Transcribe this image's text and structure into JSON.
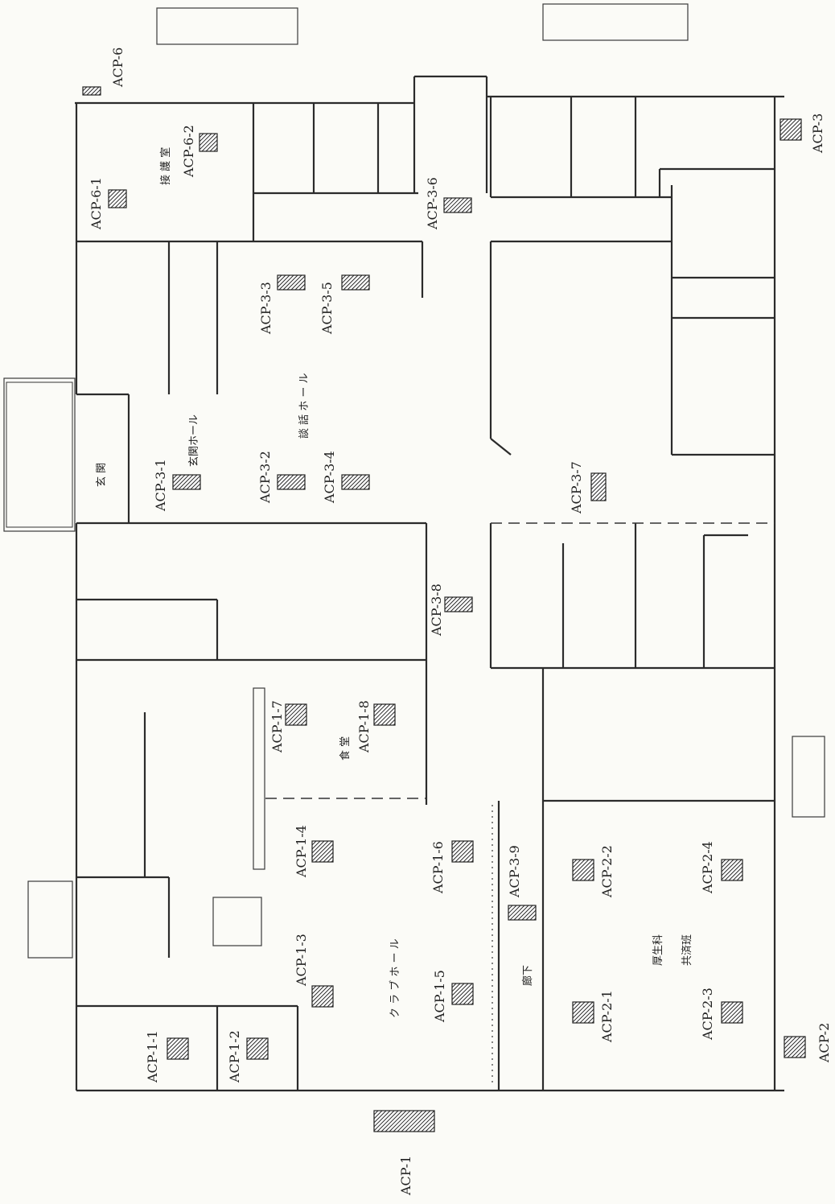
{
  "units": [
    {
      "id": "ACP-1"
    },
    {
      "id": "ACP-1-1"
    },
    {
      "id": "ACP-1-2"
    },
    {
      "id": "ACP-1-3"
    },
    {
      "id": "ACP-1-4"
    },
    {
      "id": "ACP-1-5"
    },
    {
      "id": "ACP-1-6"
    },
    {
      "id": "ACP-1-7"
    },
    {
      "id": "ACP-1-8"
    },
    {
      "id": "ACP-2"
    },
    {
      "id": "ACP-2-1"
    },
    {
      "id": "ACP-2-2"
    },
    {
      "id": "ACP-2-3"
    },
    {
      "id": "ACP-2-4"
    },
    {
      "id": "ACP-3"
    },
    {
      "id": "ACP-3-1"
    },
    {
      "id": "ACP-3-2"
    },
    {
      "id": "ACP-3-3"
    },
    {
      "id": "ACP-3-4"
    },
    {
      "id": "ACP-3-5"
    },
    {
      "id": "ACP-3-6"
    },
    {
      "id": "ACP-3-7"
    },
    {
      "id": "ACP-3-8"
    },
    {
      "id": "ACP-3-9"
    },
    {
      "id": "ACP-6"
    },
    {
      "id": "ACP-6-1"
    },
    {
      "id": "ACP-6-2"
    }
  ],
  "rooms": {
    "reception": "接 護 室",
    "entrance": "玄 関",
    "entrance_hall": "玄関ホール",
    "lounge": "談 話 ホ ー ル",
    "dining": "食 堂",
    "club_hall": "ク ラ ブ ホ ー ル",
    "corridor": "廊下",
    "welfare_1": "厚生科",
    "welfare_2": "共済班"
  }
}
